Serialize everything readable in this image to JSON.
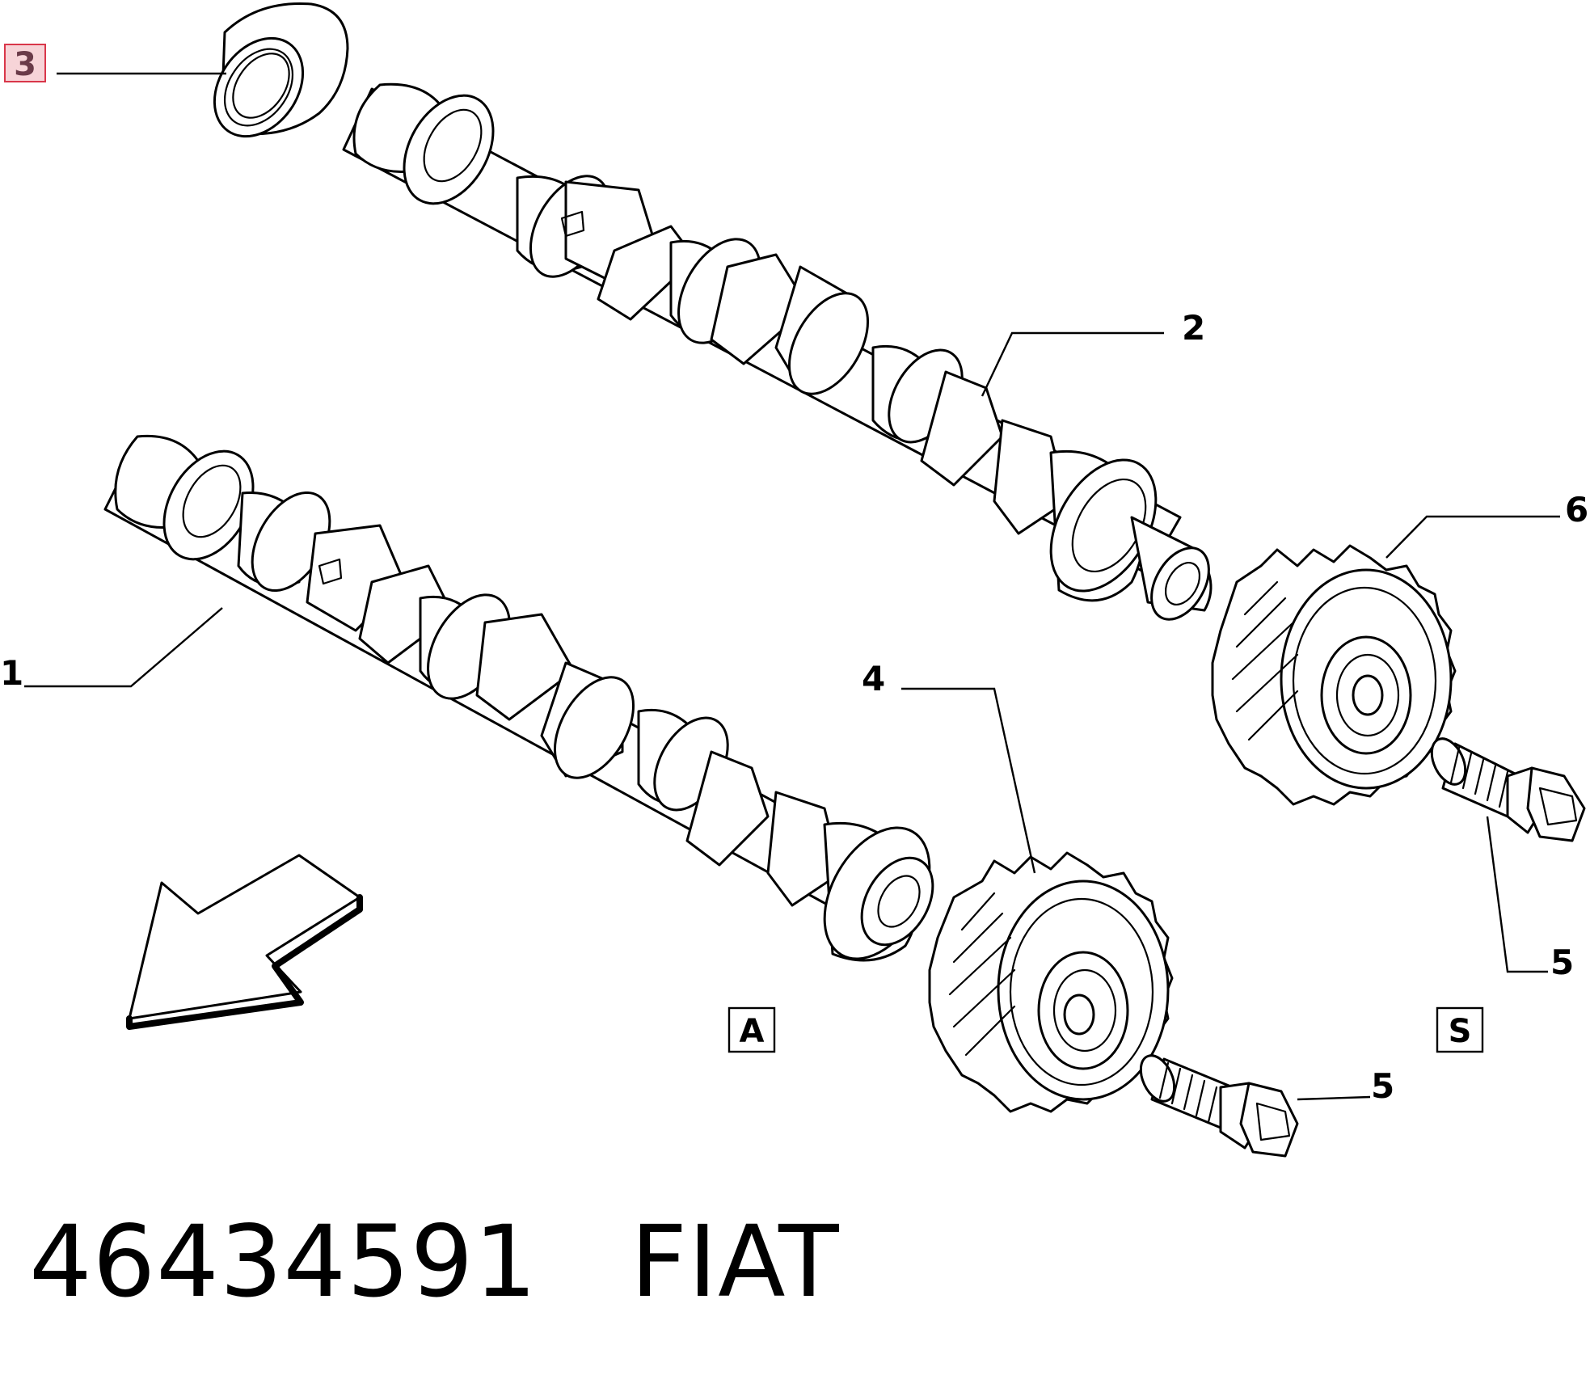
{
  "callouts": {
    "c1": "1",
    "c2": "2",
    "c3": "3",
    "c4": "4",
    "c5a": "5",
    "c5b": "5",
    "c6": "6"
  },
  "view_boxes": {
    "a": "A",
    "s": "S"
  },
  "footer": {
    "part_number": "46434591",
    "brand": "FIAT"
  },
  "colors": {
    "line": "#000000",
    "background": "#ffffff",
    "highlight_fill": "#f7d4d8",
    "highlight_border": "#d9374a"
  },
  "icons": [
    "direction-arrow-icon"
  ]
}
